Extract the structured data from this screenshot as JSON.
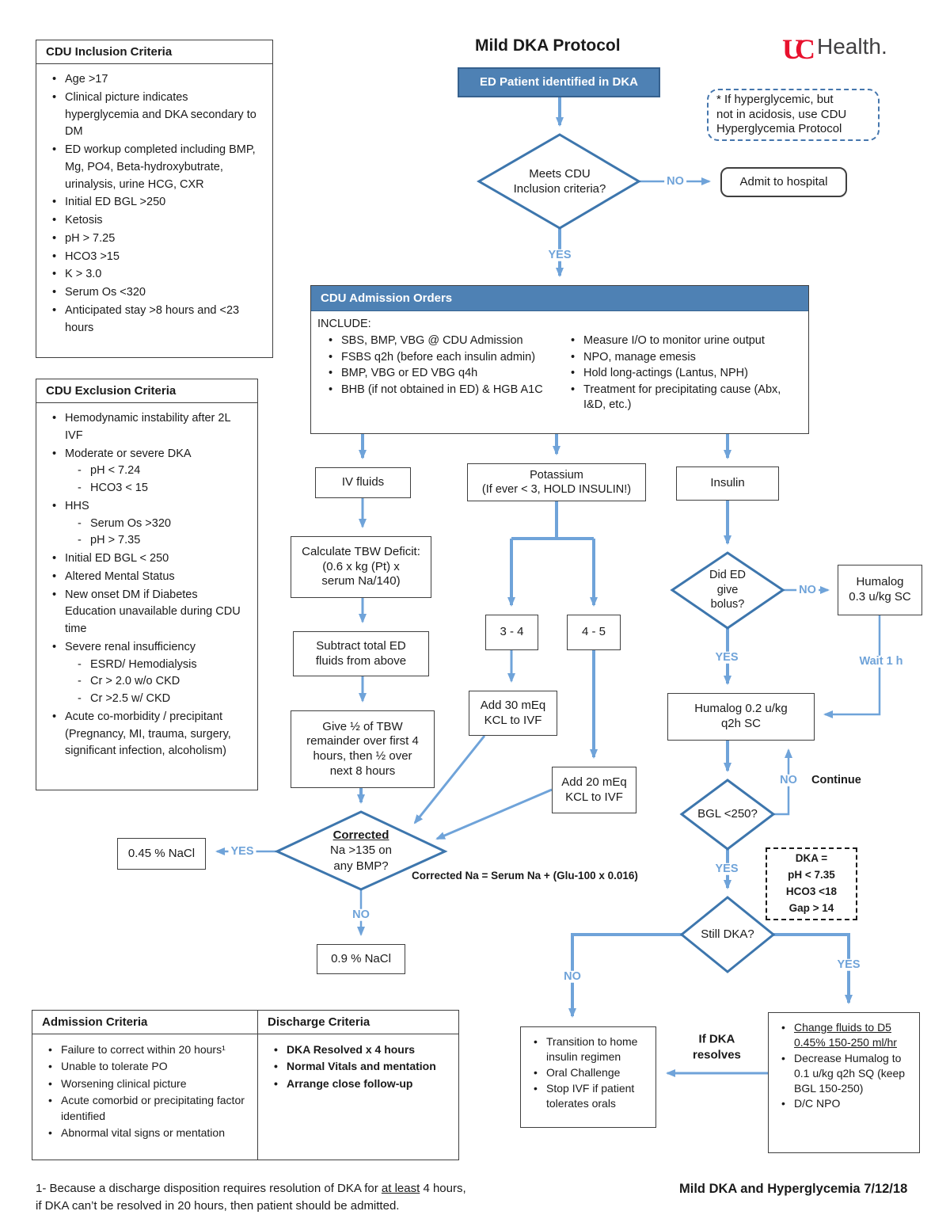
{
  "title": "Mild DKA Protocol",
  "logo": {
    "uc": "UC",
    "health": "Health."
  },
  "note": "* If hyperglycemic, but\nnot in acidosis, use CDU\nHyperglycemia Protocol",
  "inclusion": {
    "title": "CDU Inclusion Criteria",
    "items": [
      "Age >17",
      "Clinical picture indicates hyperglycemia and DKA secondary to DM",
      "ED workup completed including BMP, Mg, PO4, Beta-hydroxybutrate, urinalysis, urine HCG, CXR",
      "Initial ED BGL >250",
      "Ketosis",
      "pH > 7.25",
      "HCO3 >15",
      "K > 3.0",
      "Serum Os <320",
      "Anticipated stay >8 hours and <23 hours"
    ]
  },
  "exclusion": {
    "title": "CDU Exclusion Criteria",
    "items": [
      {
        "text": "Hemodynamic instability after 2L IVF"
      },
      {
        "text": "Moderate or severe DKA",
        "sub": [
          "pH < 7.24",
          "HCO3 < 15"
        ]
      },
      {
        "text": "HHS",
        "sub": [
          "Serum Os >320",
          "pH > 7.35"
        ]
      },
      {
        "text": "Initial ED BGL < 250"
      },
      {
        "text": "Altered Mental Status"
      },
      {
        "text": "New onset DM if Diabetes Education unavailable during CDU time"
      },
      {
        "text": "Severe renal insufficiency",
        "sub": [
          "ESRD/ Hemodialysis",
          "Cr > 2.0 w/o CKD",
          "Cr >2.5 w/ CKD"
        ]
      },
      {
        "text": "Acute co-morbidity / precipitant (Pregnancy, MI, trauma, surgery, significant infection, alcoholism)"
      }
    ]
  },
  "orders": {
    "title": "CDU Admission Orders",
    "include": "INCLUDE:",
    "left": [
      "SBS, BMP, VBG @ CDU Admission",
      "FSBS q2h (before each insulin admin)",
      "BMP, VBG or ED VBG q4h",
      "BHB (if not obtained in ED) & HGB A1C"
    ],
    "right": [
      "Measure I/O to monitor urine output",
      "NPO, manage emesis",
      "Hold long-actings (Lantus, NPH)",
      "Treatment for precipitating cause (Abx, I&D, etc.)"
    ]
  },
  "flow": {
    "ed_patient": "ED Patient identified in DKA",
    "meets": "Meets CDU\nInclusion criteria?",
    "admit": "Admit to hospital",
    "iv_fluids": "IV fluids",
    "potassium": "Potassium\n(If ever < 3, HOLD INSULIN!)",
    "insulin": "Insulin",
    "calc_tbw": "Calculate TBW Deficit:\n(0.6 x kg (Pt) x\nserum Na/140)",
    "subtract": "Subtract total ED\nfluids from above",
    "give_half": "Give ½  of TBW\nremainder over first 4\nhours, then ½ over\nnext 8 hours",
    "k34": "3 - 4",
    "k45": "4 - 5",
    "add30": "Add 30 mEq\nKCL to IVF",
    "add20": "Add 20 mEq\nKCL to IVF",
    "did_ed": "Did ED\ngive\nbolus?",
    "humalog03": "Humalog\n0.3 u/kg SC",
    "humalog02": "Humalog 0.2 u/kg\nq2h SC",
    "bgl": "BGL <250?",
    "still_dka": "Still DKA?",
    "corrected_heading": "Corrected",
    "corrected_body": "Na >135 on\nany BMP?",
    "formula": "Corrected Na = Serum Na + (Glu-100 x 0.016)",
    "nacl045": "0.45 % NaCl",
    "nacl09": "0.9 % NaCl",
    "dka_def": "DKA =\npH < 7.35\nHCO3 <18\nGap > 14",
    "labels": {
      "no": "NO",
      "yes": "YES",
      "wait": "Wait 1 h",
      "cont": "Continue",
      "if_dka": "If DKA\nresolves"
    }
  },
  "transition": {
    "items": [
      "Transition to home insulin regimen",
      "Oral Challenge",
      "Stop IVF if patient tolerates orals"
    ]
  },
  "change_fluids": {
    "items": [
      {
        "text": "Change fluids to D5 0.45% 150-250 ml/hr",
        "u": true
      },
      {
        "text": "Decrease Humalog to 0.1 u/kg q2h SQ (keep BGL 150-250)"
      },
      {
        "text": "D/C NPO"
      }
    ]
  },
  "admission": {
    "title": "Admission Criteria",
    "items": [
      "Failure to correct within 20 hours¹",
      "Unable to tolerate PO",
      "Worsening clinical picture",
      "Acute comorbid or precipitating factor identified",
      "Abnormal vital signs or mentation"
    ]
  },
  "discharge": {
    "title": "Discharge Criteria",
    "items": [
      {
        "text": "DKA Resolved x 4 hours",
        "b": true
      },
      {
        "text": "Normal Vitals and mentation",
        "b": true
      },
      {
        "text": "Arrange close follow-up",
        "b": true
      }
    ]
  },
  "footnote": {
    "pre": "1- Because a discharge disposition requires resolution of DKA for ",
    "underlined": "at least",
    "post": " 4 hours,",
    "line2": "if DKA can’t be resolved in 20 hours, then patient should be admitted."
  },
  "footer": "Mild DKA and Hyperglycemia 7/12/18"
}
